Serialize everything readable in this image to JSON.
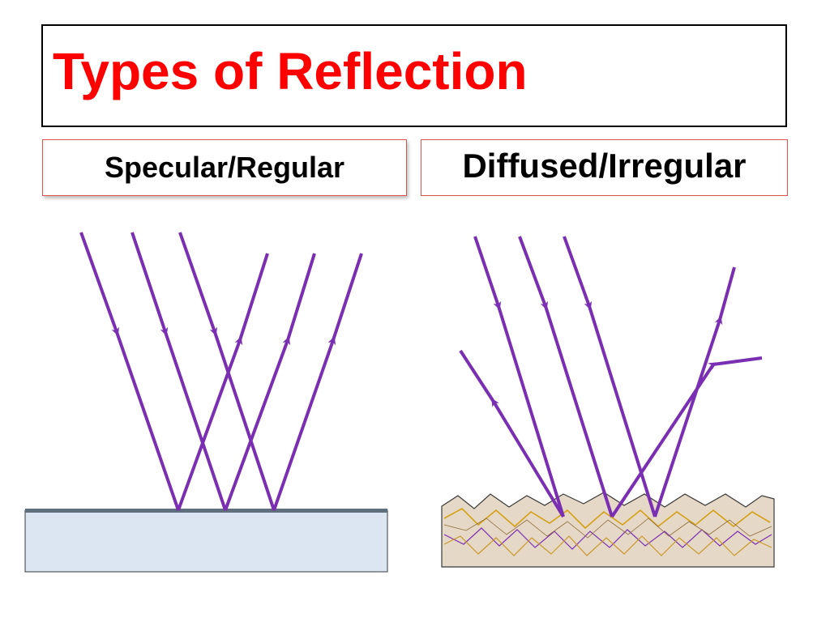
{
  "slide": {
    "title": "Types of Reflection",
    "labels": {
      "specular": "Specular/Regular",
      "diffused": "Diffused/Irregular"
    }
  },
  "colors": {
    "title": "#ff0000",
    "ray": "#7a2fb3",
    "label_border": "#d9534f",
    "mirror": "#dce6f2",
    "rough_surface": "#e6d8c6"
  },
  "icons": {
    "specular_diagram": "specular-reflection-diagram",
    "diffuse_diagram": "diffuse-reflection-diagram"
  }
}
